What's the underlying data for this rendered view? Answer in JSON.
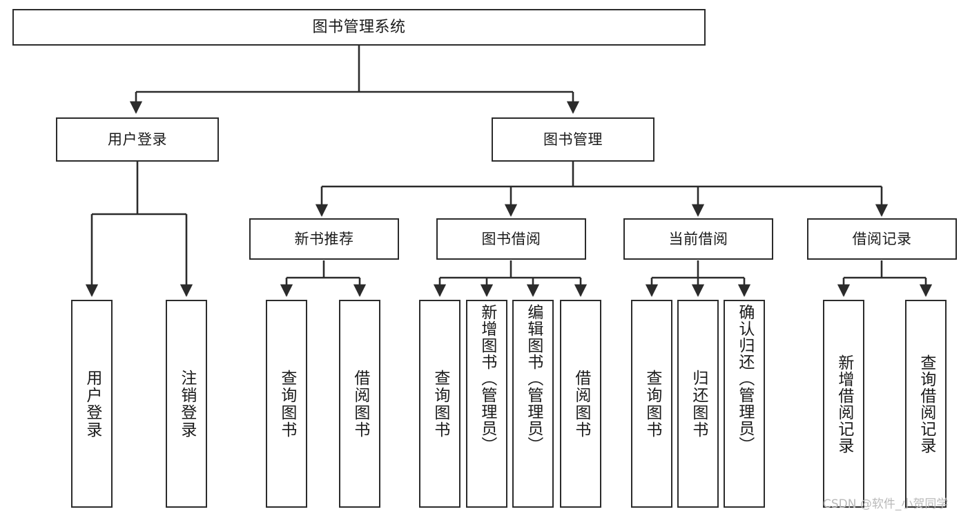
{
  "diagram": {
    "type": "tree",
    "title": "图书管理系统",
    "watermark": "CSDN @软件_小贺同学",
    "colors": {
      "stroke": "#2b2b2b",
      "fill": "#ffffff",
      "text": "#1a1a1a",
      "watermark": "#b9b9b9"
    }
  },
  "nodes": {
    "root": {
      "label": "图书管理系统"
    },
    "level2": [
      {
        "id": "user-login",
        "label": "用户登录"
      },
      {
        "id": "book-manage",
        "label": "图书管理"
      }
    ],
    "level3": [
      {
        "id": "new-book-recommend",
        "label": "新书推荐"
      },
      {
        "id": "book-borrow",
        "label": "图书借阅"
      },
      {
        "id": "current-borrow",
        "label": "当前借阅"
      },
      {
        "id": "borrow-record",
        "label": "借阅记录"
      }
    ],
    "leaves": [
      {
        "id": "leaf-user-login",
        "label": "用户登录"
      },
      {
        "id": "leaf-logout-login",
        "label": "注销登录"
      },
      {
        "id": "leaf-query-book-1",
        "label": "查询图书"
      },
      {
        "id": "leaf-borrow-book-1",
        "label": "借阅图书"
      },
      {
        "id": "leaf-query-book-2",
        "label": "查询图书"
      },
      {
        "id": "leaf-add-book-admin",
        "label": "新增图书（管理员）"
      },
      {
        "id": "leaf-edit-book-admin",
        "label": "编辑图书（管理员）"
      },
      {
        "id": "leaf-borrow-book-2",
        "label": "借阅图书"
      },
      {
        "id": "leaf-query-book-3",
        "label": "查询图书"
      },
      {
        "id": "leaf-return-book",
        "label": "归还图书"
      },
      {
        "id": "leaf-confirm-return-admin",
        "label": "确认归还（管理员）"
      },
      {
        "id": "leaf-add-borrow-record",
        "label": "新增借阅记录"
      },
      {
        "id": "leaf-query-borrow-record",
        "label": "查询借阅记录"
      }
    ]
  }
}
